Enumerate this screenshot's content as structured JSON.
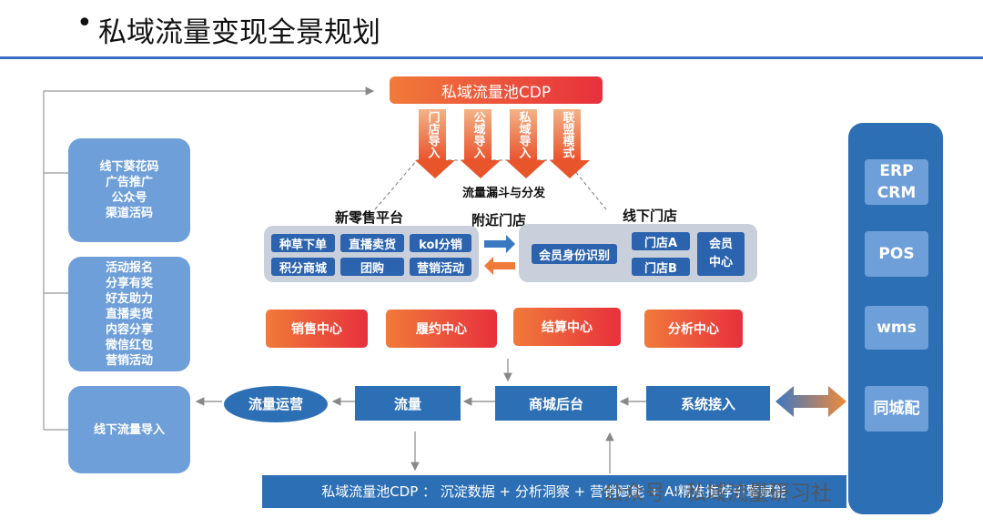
{
  "title": "私域流量变现全景规划",
  "bullet": "•",
  "cdp_top": "私域流量池CDP",
  "import_arrows": [
    "门店导入",
    "公域导入",
    "私域导入",
    "联盟模式"
  ],
  "funnel_label": "流量漏斗与分发",
  "left_boxes": {
    "box1": [
      "线下葵花码",
      "广告推广",
      "公众号",
      "渠道活码"
    ],
    "box2": [
      "活动报名",
      "分享有奖",
      "好友助力",
      "直播卖货",
      "内容分享",
      "微信红包",
      "营销活动"
    ],
    "box3": "线下流量导入"
  },
  "sections": {
    "new_retail": "新零售平台",
    "nearby_store": "附近门店",
    "offline_store": "线下门店"
  },
  "retail_tags": [
    "种草下单",
    "直播卖货",
    "kol分销",
    "积分商城",
    "团购",
    "营销活动"
  ],
  "store": {
    "identify": "会员身份识别",
    "store_a": "门店A",
    "store_b": "门店B",
    "member_center": "会员中心"
  },
  "centers": [
    "销售中心",
    "履约中心",
    "结算中心",
    "分析中心"
  ],
  "flow": {
    "traffic_ops": "流量运营",
    "traffic": "流量",
    "mall_backend": "商城后台",
    "system_access": "系统接入"
  },
  "right_tiles": [
    "ERP CRM",
    "POS",
    "wms",
    "同城配"
  ],
  "bottom_bar": "私域流量池CDP ： 沉淀数据 + 分析洞察 + 营销赋能 + AI精准推荐引擎赋能",
  "watermark": "公众号 · 私域流量研习社",
  "colors": {
    "accent_blue": "#2d6fb5",
    "light_blue": "#6f9fd8",
    "orange": "#f07a3a",
    "red": "#e8303c",
    "panel_gray": "#c9d0dc"
  }
}
